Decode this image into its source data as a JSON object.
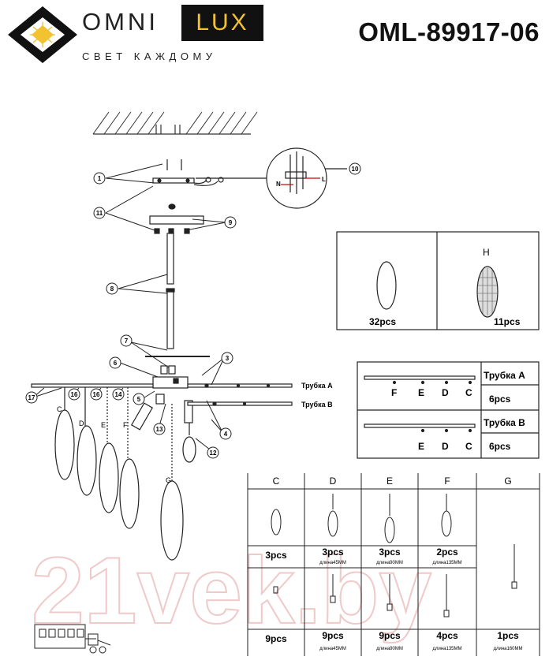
{
  "header": {
    "brand_left": "OMNI",
    "brand_right": "LUX",
    "slogan": "СВЕТ КАЖДОМУ",
    "model": "OML-89917-06"
  },
  "colors": {
    "lux_bg": "#111111",
    "lux_text": "#f2c230",
    "logo_yellow": "#f2c230",
    "watermark": "#f0c9c9"
  },
  "callouts": [
    "1",
    "11",
    "9",
    "10",
    "8",
    "7",
    "6",
    "5",
    "3",
    "13",
    "4",
    "12",
    "17",
    "16",
    "16",
    "14"
  ],
  "wire_labels": {
    "N": "N",
    "L": "L"
  },
  "tubes": {
    "a": "Трубка A",
    "b": "Трубка B"
  },
  "pendant_letters": {
    "c": "C",
    "d": "D",
    "e": "E",
    "f": "F",
    "g": "G"
  },
  "rings_box": {
    "h_label": "H",
    "ring_count": "32pcs",
    "shade_count": "11pcs"
  },
  "tube_box": {
    "a_label": "Трубка A",
    "a_count": "6pcs",
    "b_label": "Трубка B",
    "b_count": "6pcs",
    "a_marks": [
      "F",
      "E",
      "D",
      "C"
    ],
    "b_marks": [
      "E",
      "D",
      "C"
    ]
  },
  "parts_table": {
    "headers": [
      "C",
      "D",
      "E",
      "F",
      "G"
    ],
    "row1": [
      "3pcs",
      "3pcs",
      "3pcs",
      "2pcs"
    ],
    "row1_len": [
      "",
      "длина45MM",
      "длина90MM",
      "длина135MM"
    ],
    "row2": [
      "9pcs",
      "9pcs",
      "9pcs",
      "4pcs",
      "1pcs"
    ],
    "row2_len": [
      "",
      "длина45MM",
      "длина90MM",
      "длина135MM",
      "длина160MM"
    ]
  },
  "watermark": "21vek.by"
}
